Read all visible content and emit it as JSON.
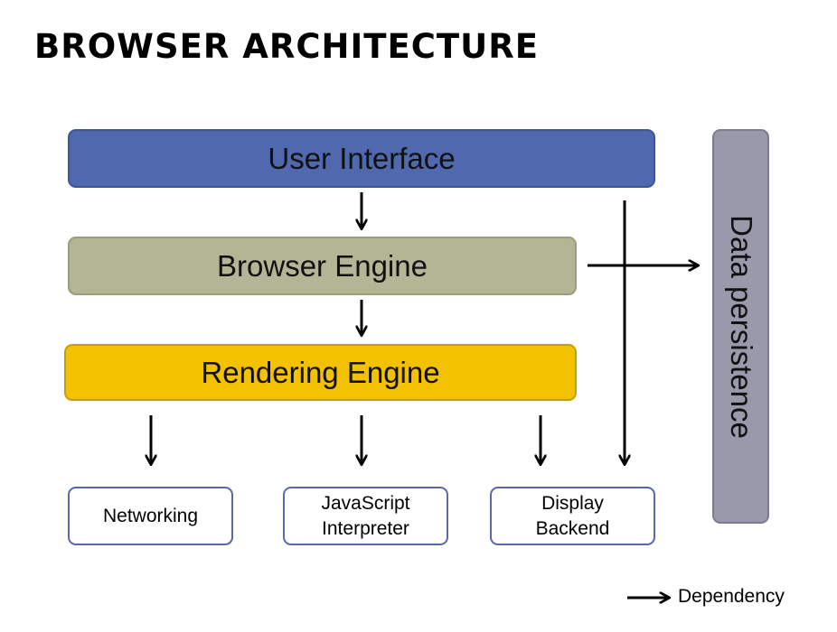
{
  "title": "BROWSER ARCHITECTURE",
  "components": {
    "user_interface": "User Interface",
    "browser_engine": "Browser Engine",
    "rendering_engine": "Rendering Engine",
    "networking": "Networking",
    "javascript_interpreter": "JavaScript\nInterpreter",
    "display_backend": "Display\nBackend",
    "data_persistence": "Data persistence"
  },
  "legend": {
    "dependency_label": "Dependency"
  },
  "colors": {
    "user_interface": "#5069ae",
    "browser_engine": "#b3b594",
    "rendering_engine": "#f2c100",
    "data_persistence": "#9999ab",
    "small_box_border": "#5868a8"
  }
}
